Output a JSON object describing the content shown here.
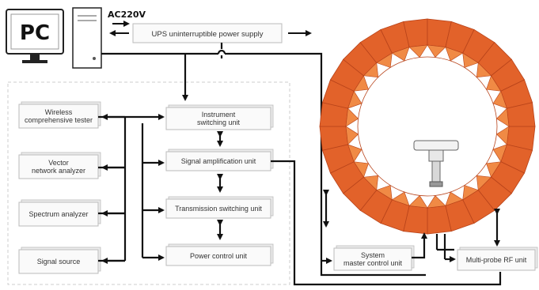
{
  "pc": {
    "label": "PC"
  },
  "power": {
    "ac_label": "AC220V",
    "ups_label": "UPS uninterruptible power supply"
  },
  "instruments": [
    {
      "id": "wireless",
      "lines": [
        "Wireless",
        "comprehensive tester"
      ]
    },
    {
      "id": "vna",
      "lines": [
        "Vector",
        "network analyzer"
      ]
    },
    {
      "id": "spectrum",
      "lines": [
        "Spectrum analyzer"
      ]
    },
    {
      "id": "signal",
      "lines": [
        "Signal source"
      ]
    }
  ],
  "units": [
    {
      "id": "instr-switch",
      "lines": [
        "Instrument",
        "switching unit"
      ]
    },
    {
      "id": "amp",
      "lines": [
        "Signal amplification unit"
      ]
    },
    {
      "id": "trans",
      "lines": [
        "Transmission switching unit"
      ]
    },
    {
      "id": "power",
      "lines": [
        "Power control unit"
      ]
    }
  ],
  "bottom_units": [
    {
      "id": "master",
      "lines": [
        "System",
        "master control unit"
      ]
    },
    {
      "id": "rf",
      "lines": [
        "Multi-probe RF unit"
      ]
    }
  ],
  "colors": {
    "ring_outer": "#e2622a",
    "ring_inner": "#f08a45",
    "ring_line": "#b8431a",
    "arrow": "#111111",
    "box_border": "#bbbbbb",
    "dash": "#cccccc"
  },
  "ring": {
    "segments": 28
  }
}
